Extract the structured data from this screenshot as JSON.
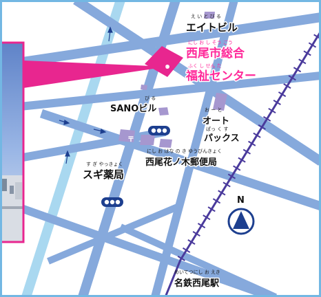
{
  "labels": {
    "eito_biru_ruby": "え い と び る",
    "eito_biru": "エイトビル",
    "welfare_ruby_1": "にし お し そう ごう",
    "welfare_line_1": "西尾市総合",
    "welfare_ruby_2": "ふく し せん た",
    "welfare_line_2": "福祉センター",
    "sano_ruby": "び る",
    "sano": "SANOビル",
    "auto_ruby_1": "お ー と",
    "auto_line_1": "オート",
    "auto_ruby_2": "ぱっ く す",
    "auto_line_2": "パックス",
    "post_ruby": "にし お はな の き ゆうびんきょく",
    "post": "西尾花ノ木郵便局",
    "sugi_ruby": "す ぎ やっきょく",
    "sugi": "スギ薬局",
    "station_ruby": "めいてつにし お えき",
    "station": "名鉄西尾駅",
    "north": "N"
  },
  "icons": {
    "north_arrow": "north-arrow-icon",
    "bus_stop": "bus-stop-icon",
    "post_office": "post-office-icon",
    "destination": "destination-marker-icon",
    "railway": "railway-line-icon"
  },
  "colors": {
    "road": "#86a9dc",
    "river": "#a9d8f0",
    "building": "#a697cf",
    "destination": "#e8268f",
    "highlight_text": "#ff2a9a",
    "rail": "#4a3a9c",
    "border": "#73b7e3",
    "photo_border": "#e8268f"
  }
}
